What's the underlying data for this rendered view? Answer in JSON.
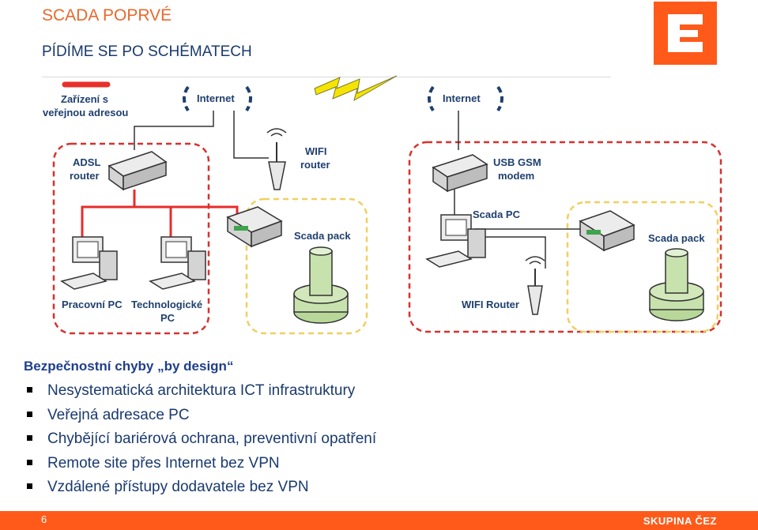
{
  "header": {
    "title": "SCADA POPRVÉ",
    "subtitle": "PÍDÍME SE PO SCHÉMATECH"
  },
  "diagram": {
    "legend_public": "Zařízení s veřejnou adresou",
    "internet_left": "Internet",
    "internet_right": "Internet",
    "adsl_router": "ADSL router",
    "wifi_router": "WIFI router",
    "usb_gsm_modem": "USB GSM modem",
    "scada_pc": "Scada PC",
    "scada_pack_left": "Scada pack",
    "scada_pack_right": "Scada pack",
    "work_pc": "Pracovní PC",
    "tech_pc": "Technologické PC",
    "wifi_router_right": "WIFI Router",
    "colors": {
      "public_marker": "#e8302a",
      "dashed_red": "#d9302e",
      "dashed_yellow": "#f0d060",
      "lightning": "#f5e400",
      "net_wire": "#e82c2c"
    }
  },
  "content": {
    "heading": "Bezpečnostní chyby „by design“",
    "bullets": [
      "Nesystematická architektura ICT infrastruktury",
      "Veřejná adresace PC",
      "Chybějící bariérová ochrana, preventivní opatření",
      "Remote site přes Internet bez VPN",
      "Vzdálené přístupy dodavatele bez VPN"
    ]
  },
  "footer": {
    "page_number": "6",
    "brand": "SKUPINA ČEZ",
    "color": "#ff5a1a"
  },
  "logo": {
    "color": "#ff5a1a",
    "name": "cez-logo-icon"
  }
}
